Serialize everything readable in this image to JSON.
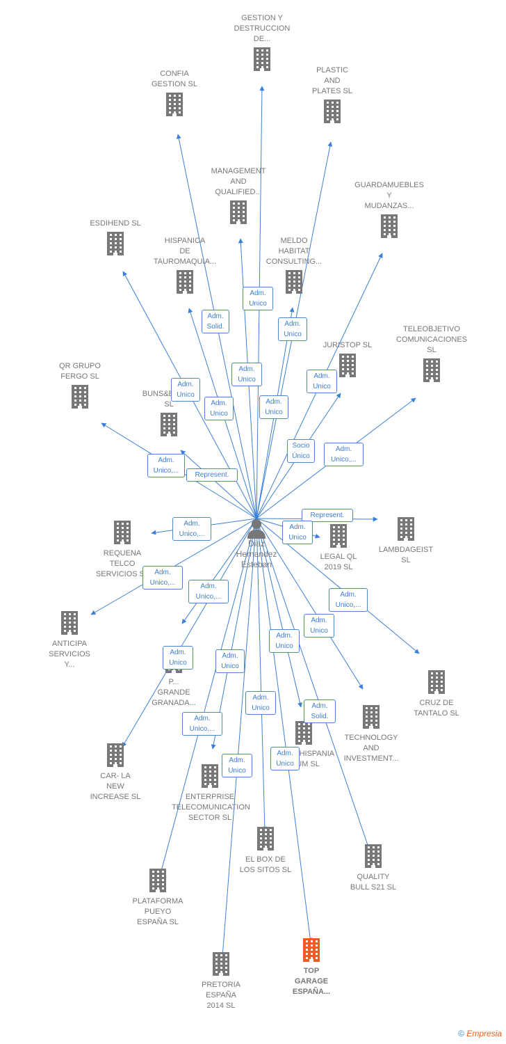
{
  "colors": {
    "edge": "#3b7fd6",
    "node": "#777777",
    "highlight": "#f05a24",
    "label": "#777777"
  },
  "center": {
    "name": "Diaz\nHernandez\nEsteban",
    "icon": "person-icon"
  },
  "nodes": [
    {
      "id": "gestion",
      "label": "GESTION Y\nDESTRUCCION\nDE..."
    },
    {
      "id": "confia",
      "label": "CONFIA\nGESTION SL"
    },
    {
      "id": "plastic",
      "label": "PLASTIC\nAND\nPLATES  SL"
    },
    {
      "id": "management",
      "label": "MANAGEMENT\nAND\nQUALIFIED..."
    },
    {
      "id": "guardamuebles",
      "label": "GUARDAMUEBLES\nY\nMUDANZAS..."
    },
    {
      "id": "esdihend",
      "label": "ESDIHEND  SL"
    },
    {
      "id": "hispanica",
      "label": "HISPANICA\nDE\nTAUROMAQUIA..."
    },
    {
      "id": "meldo",
      "label": "MELDO\nHABITAT\nCONSULTING..."
    },
    {
      "id": "juristop",
      "label": "JURISTOP SL"
    },
    {
      "id": "teleobjetivo",
      "label": "TELEOBJETIVO\nCOMUNICACIONES\nSL"
    },
    {
      "id": "qrgrupo",
      "label": "QR GRUPO\nFERGO  SL"
    },
    {
      "id": "bnb",
      "label": "BUNS&BONES\nSL"
    },
    {
      "id": "lambdageist",
      "label": "LAMBDAGEIST\nSL"
    },
    {
      "id": "legalql",
      "label": "LEGAL QL\n2019  SL"
    },
    {
      "id": "requena",
      "label": "REQUENA\nTELCO\nSERVICIOS  SL"
    },
    {
      "id": "anticipa",
      "label": "ANTICIPA\nSERVICIOS\nY..."
    },
    {
      "id": "pgrande",
      "label": "P...\nGRANDE\nGRANADA..."
    },
    {
      "id": "cruz",
      "label": "CRUZ DE\nTANTALO  SL"
    },
    {
      "id": "technology",
      "label": "TECHNOLOGY\nAND\nINVESTMENT..."
    },
    {
      "id": "taurohispania",
      "label": "TAUROHISPANIA\n...IUM  SL"
    },
    {
      "id": "carla",
      "label": "CAR- LA\nNEW\nINCREASE  SL"
    },
    {
      "id": "enterprise",
      "label": "ENTERPRISE\nTELECOMUNICATION\nSECTOR  SL"
    },
    {
      "id": "elbox",
      "label": "EL BOX DE\nLOS SITOS  SL"
    },
    {
      "id": "quality",
      "label": "QUALITY\nBULL S21  SL"
    },
    {
      "id": "plataforma",
      "label": "PLATAFORMA\nPUEYO\nESPAÑA  SL"
    },
    {
      "id": "pretoria",
      "label": "PRETORIA\nESPAÑA\n2014  SL"
    },
    {
      "id": "topgarage",
      "label": "TOP\nGARAGE\nESPAÑA...",
      "highlight": true
    }
  ],
  "badges": [
    "Adm.\nSolid.",
    "Adm.\nUnico",
    "Adm.\nUnico",
    "Adm.\nUnico",
    "Adm.\nUnico",
    "Adm.\nUnico",
    "Adm.\nUnico",
    "Adm.\nUnico",
    "Socio\nÚnico",
    "Adm.\nUnico,...",
    "Adm.\nUnico,...",
    "Represent.",
    "Adm.\nUnico,...",
    "Represent.",
    "Adm.\nUnico",
    "Adm.\nUnico,...",
    "Adm.\nUnico,...",
    "Adm.\nUnico,...",
    "Adm.\nUnico",
    "Adm.\nUnico",
    "Adm.\nUnico",
    "Adm.\nUnico",
    "Adm.\nSolid.",
    "Adm.\nUnico,...",
    "Adm.\nUnico",
    "Adm.\nUnico",
    "Adm.\nUnico"
  ],
  "footer": {
    "copyright": "©",
    "brand": "Empresia"
  }
}
